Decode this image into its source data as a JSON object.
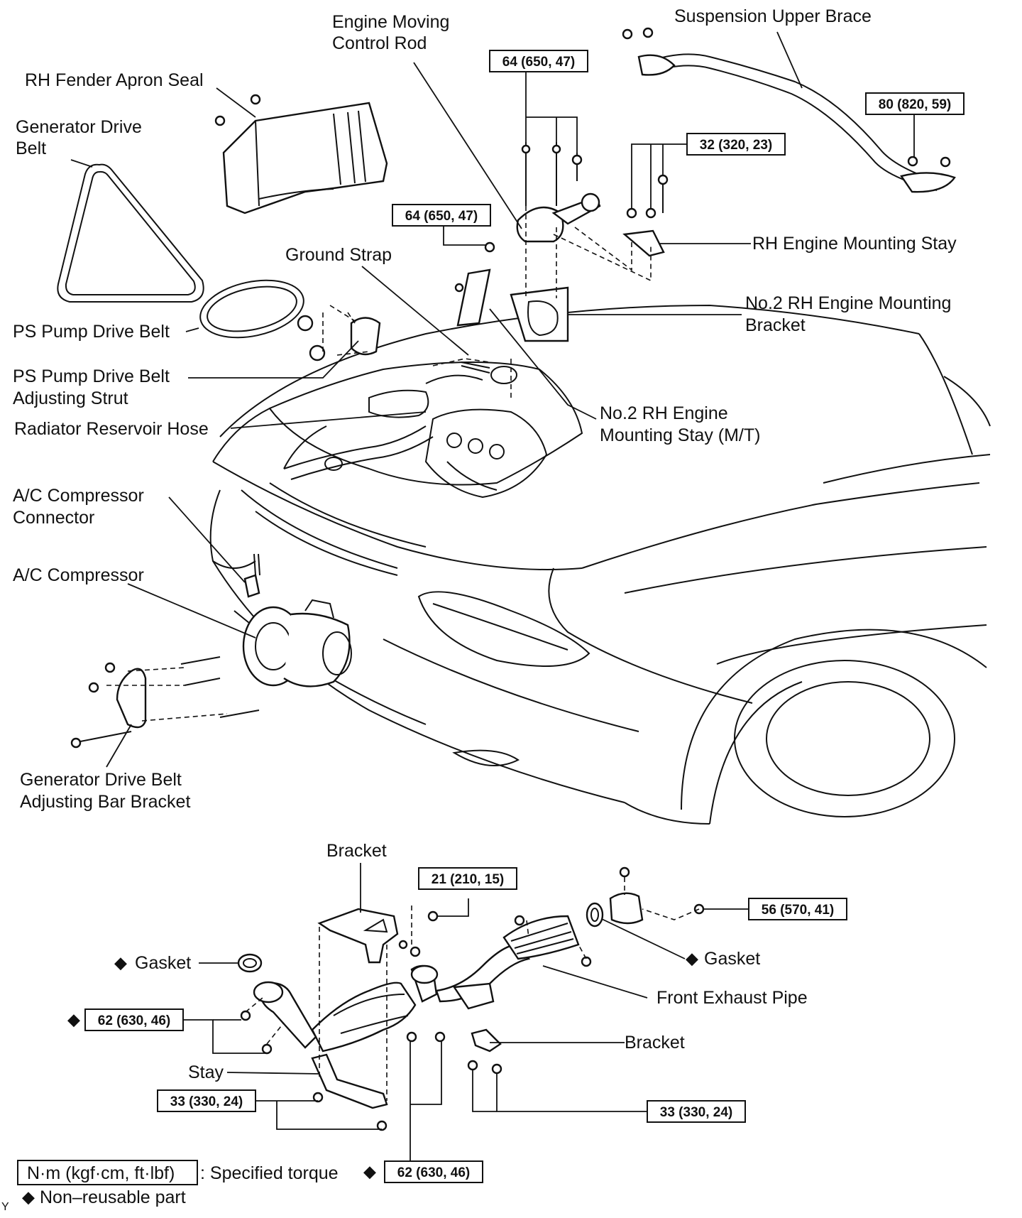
{
  "labels": {
    "engine_moving_control_rod": [
      "Engine Moving",
      "Control Rod"
    ],
    "suspension_upper_brace": "Suspension Upper Brace",
    "rh_fender_apron_seal": "RH Fender Apron Seal",
    "generator_drive_belt": [
      "Generator Drive",
      "Belt"
    ],
    "rh_engine_mounting_stay": "RH Engine Mounting Stay",
    "ground_strap": "Ground Strap",
    "no2_rh_engine_mounting_bracket": [
      "No.2 RH Engine Mounting",
      "Bracket"
    ],
    "ps_pump_drive_belt": "PS Pump Drive Belt",
    "ps_pump_drive_belt_adjusting_strut": [
      "PS Pump Drive Belt",
      "Adjusting Strut"
    ],
    "radiator_reservoir_hose": "Radiator Reservoir Hose",
    "no2_rh_engine_mounting_stay_mt": [
      "No.2 RH Engine",
      "Mounting Stay (M/T)"
    ],
    "ac_compressor_connector": [
      "A/C Compressor",
      "Connector"
    ],
    "ac_compressor": "A/C Compressor",
    "generator_drive_belt_adjusting_bar_bracket": [
      "Generator Drive Belt",
      "Adjusting Bar Bracket"
    ],
    "bracket_top": "Bracket",
    "gasket_left": "Gasket",
    "gasket_right": "Gasket",
    "front_exhaust_pipe": "Front Exhaust Pipe",
    "bracket_right": "Bracket",
    "stay": "Stay"
  },
  "torques": {
    "control_rod_bolts": "64 (650, 47)",
    "brace_nuts": "80 (820, 59)",
    "mounting_stay_bolts": "32 (320, 23)",
    "ground_strap_bolt": "64 (650, 47)",
    "bracket_nut": "21 (210, 15)",
    "exhaust_rear_nut": "56 (570, 41)",
    "exhaust_front_nuts": "62 (630, 46)",
    "stay_bolts": "33 (330, 24)",
    "bracket_bolts": "33 (330, 24)",
    "exhaust_lower_nuts": "62 (630, 46)"
  },
  "legend": {
    "unit_box": "N·m (kgf·cm, ft·lbf)",
    "unit_desc": ": Specified torque",
    "nonreusable": "Non–reusable part",
    "diamond": "◆",
    "corner_mark": "Y"
  }
}
